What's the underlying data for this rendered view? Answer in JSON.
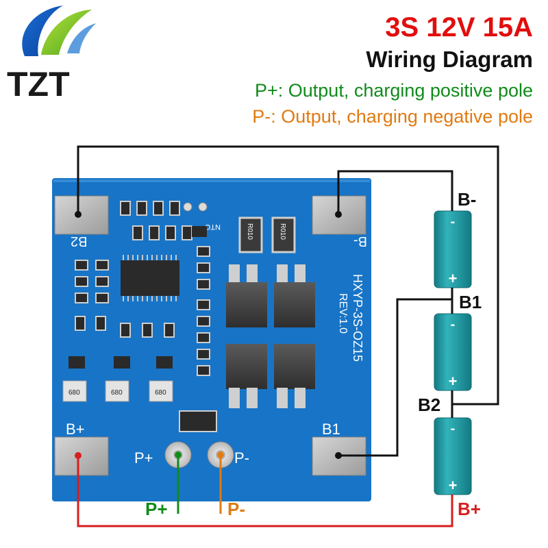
{
  "logo": {
    "text": "TZT"
  },
  "header": {
    "title": "3S 12V 15A",
    "subtitle": "Wiring Diagram",
    "line1": "P+: Output, charging positive pole",
    "line2": "P-: Output, charging negative pole"
  },
  "pcb": {
    "pad_b2": "B2",
    "pad_bminus": "B-",
    "pad_bplus": "B+",
    "pad_b1": "B1",
    "pad_pplus": "P+",
    "pad_pminus": "P-",
    "model": "HXYP-3S-OZ15",
    "rev": "REV:1.0",
    "ntc": "NTC",
    "resistor": "R010",
    "ic": "680"
  },
  "cells": {
    "minus": "-",
    "plus": "+"
  },
  "labels": {
    "b_minus": "B-",
    "b1": "B1",
    "b2": "B2",
    "b_plus": "B+",
    "p_plus": "P+",
    "p_minus": "P-"
  },
  "colors": {
    "title_red": "#e10e0e",
    "positive_green": "#118a1b",
    "negative_orange": "#e07a12",
    "wire_red": "#d81e1e",
    "pcb_blue": "#1874c6",
    "battery_teal": "#1f9aa3"
  }
}
